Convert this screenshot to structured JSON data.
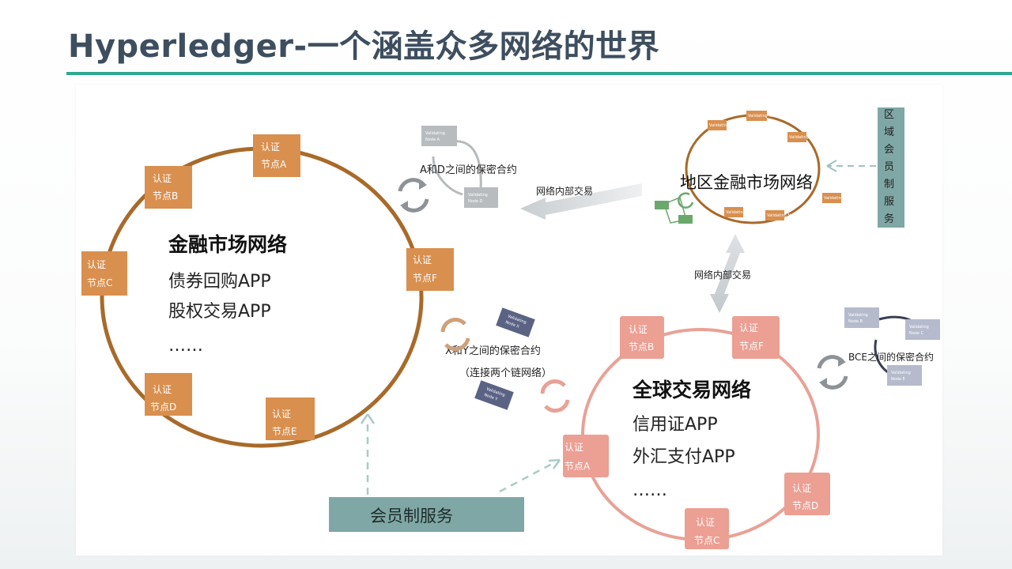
{
  "title": "Hyperledger-一个涵盖众多网络的世界",
  "colors": {
    "accent": "#2eaa8e",
    "title": "#3d4e5f",
    "orange_node": "#d98f4e",
    "orange_ring": "#a86a2a",
    "pink_node": "#ec9f93",
    "pink_ring": "#e9a196",
    "navy_node": "#5b6385",
    "gray_node": "#b8bcbf"
  },
  "financial_network": {
    "title": "金融市场网络",
    "apps": [
      "债券回购APP",
      "股权交易APP",
      "……"
    ],
    "nodes": [
      {
        "l1": "认证",
        "l2": "节点A"
      },
      {
        "l1": "认证",
        "l2": "节点B"
      },
      {
        "l1": "认证",
        "l2": "节点C"
      },
      {
        "l1": "认证",
        "l2": "节点D"
      },
      {
        "l1": "认证",
        "l2": "节点E"
      },
      {
        "l1": "认证",
        "l2": "节点F"
      }
    ]
  },
  "global_network": {
    "title": "全球交易网络",
    "apps": [
      "信用证APP",
      "外汇支付APP",
      "……"
    ],
    "nodes": [
      {
        "l1": "认证",
        "l2": "节点B"
      },
      {
        "l1": "认证",
        "l2": "节点F"
      },
      {
        "l1": "认证",
        "l2": "节点A"
      },
      {
        "l1": "认证",
        "l2": "节点D"
      },
      {
        "l1": "认证",
        "l2": "节点C"
      }
    ]
  },
  "regional_network": {
    "title": "地区金融市场网络",
    "mini_label": "Validating Node"
  },
  "membership_vertical": [
    "区",
    "域",
    "会",
    "员",
    "制",
    "服",
    "务"
  ],
  "membership_box": "会员制服务",
  "arrows": {
    "internal_trade_left": "网络内部交易",
    "internal_trade_vertical": "网络内部交易"
  },
  "contracts": {
    "ad": {
      "label": "A和D之间的保密合约",
      "node1": [
        "Validating",
        "Node A"
      ],
      "node2": [
        "Validating",
        "Node D"
      ]
    },
    "xy": {
      "label1": "X和Y之间的保密合约",
      "label2": "（连接两个链网络）",
      "node1": [
        "Validating",
        "Node X"
      ],
      "node2": [
        "Validating",
        "Node Y"
      ]
    },
    "bce": {
      "label": "BCE之间的保密合约",
      "node1": [
        "Validating",
        "Node B"
      ],
      "node2": [
        "Validating",
        "Node C"
      ],
      "node3": [
        "Validating",
        "Node E"
      ]
    }
  }
}
